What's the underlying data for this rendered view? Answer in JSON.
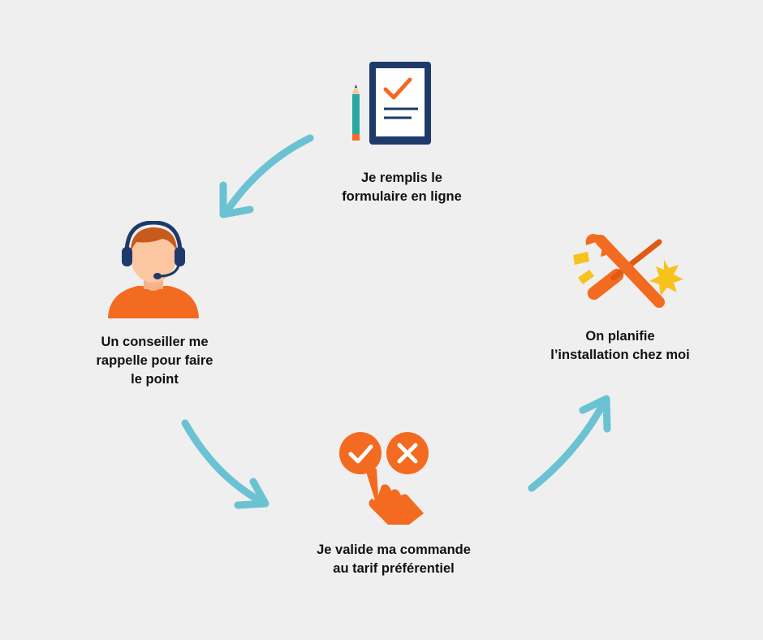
{
  "colors": {
    "background": "#efefef",
    "arrow": "#6ac2d3",
    "accent_orange": "#f26b21",
    "navy": "#1d3a6b",
    "yellow": "#f7c21c"
  },
  "steps": [
    {
      "id": "form",
      "icon": "form-checklist-icon",
      "label": "Je remplis le\nformulaire en ligne"
    },
    {
      "id": "advisor",
      "icon": "headset-advisor-icon",
      "label": "Un conseiller me\nrappelle pour faire\nle point"
    },
    {
      "id": "validate",
      "icon": "validate-click-icon",
      "label": "Je valide ma commande\nau tarif préférentiel"
    },
    {
      "id": "install",
      "icon": "tools-icon",
      "label": "On planifie\nl’installation chez moi"
    }
  ]
}
